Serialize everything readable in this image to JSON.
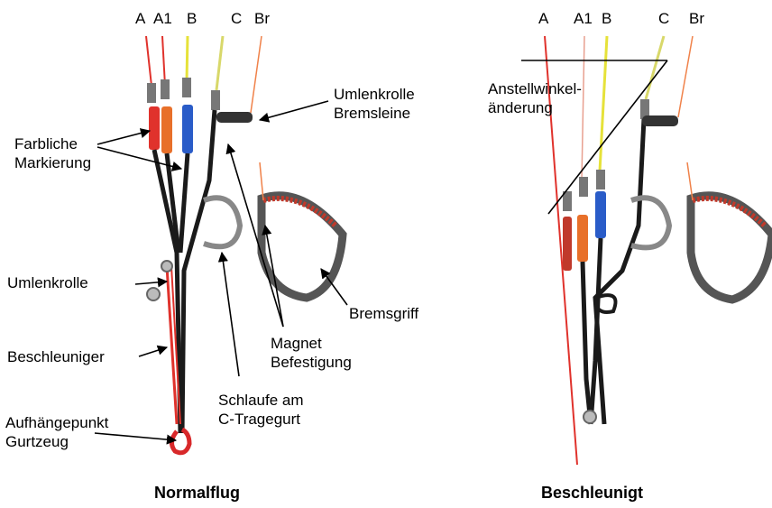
{
  "left_panel": {
    "riser_labels": [
      "A",
      "A1",
      "B",
      "C",
      "Br"
    ],
    "annotations": {
      "farbliche": [
        "Farbliche",
        "Markierung"
      ],
      "umlenkrolle": "Umlenkrolle",
      "beschleuniger": "Beschleuniger",
      "aufhaenge": [
        "Aufhängepunkt",
        "Gurtzeug"
      ],
      "umlenkrolle_bremsleine": [
        "Umlenkrolle",
        "Bremsleine"
      ],
      "schlaufe": [
        "Schlaufe am",
        "C-Tragegurt"
      ],
      "magnet": [
        "Magnet",
        "Befestigung"
      ],
      "bremsgriff": "Bremsgriff"
    },
    "caption": "Normalflug"
  },
  "right_panel": {
    "riser_labels": [
      "A",
      "A1",
      "B",
      "C",
      "Br"
    ],
    "annotation": [
      "Anstellwinkel-",
      "änderung"
    ],
    "caption": "Beschleunigt"
  },
  "colors": {
    "a_riser": "#e0322c",
    "a1_marker": "#e8702a",
    "b_marker": "#2a5cc8",
    "b_line": "#e6e23a",
    "c_line": "#d8d86a",
    "brake_line": "#f0824a",
    "webbing": "#1a1a1a",
    "handle": "#555555"
  }
}
